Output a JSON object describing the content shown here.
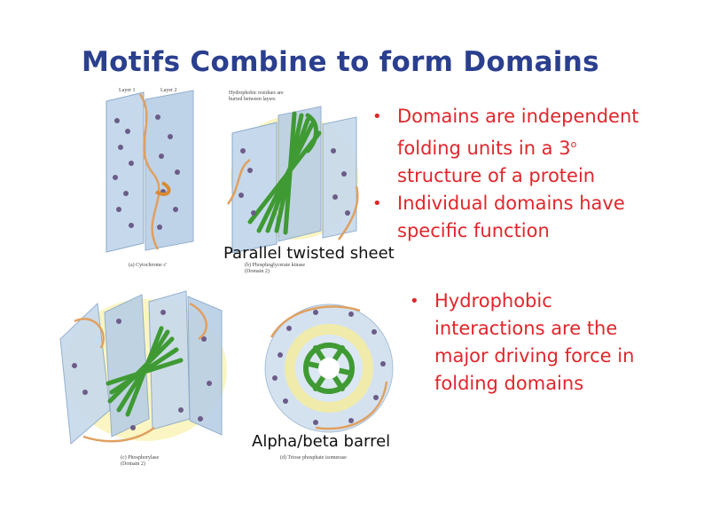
{
  "title": "Motifs Combine to form Domains",
  "bullets_top": {
    "item1_line1": "Domains are independent",
    "item1_line2": "folding units in a 3",
    "item1_sup": "o",
    "item1_line3": "structure of a protein",
    "item2_line1": "Individual domains have",
    "item2_line2": "specific function",
    "bullet_char": "•"
  },
  "bullets_bottom": {
    "line1": "Hydrophobic",
    "line2": "interactions are the",
    "line3": "major driving force in",
    "line4": "folding domains",
    "bullet_char": "•"
  },
  "captions": {
    "parallel": "Parallel twisted sheet",
    "barrel": "Alpha/beta barrel"
  },
  "figure_labels": {
    "layer1": "Layer 1",
    "layer2": "Layer 2",
    "hydrophobic_note_1": "Hydrophobic residues are",
    "hydrophobic_note_2": "buried between layers",
    "a": "(a) Cytochrome c'",
    "b1": "(b) Phosphoglycerate kinase",
    "b2": "(Domain 2)",
    "c1": "(c) Phosphorylase",
    "c2": "(Domain 2)",
    "d": "(d) Triose phosphate isomerase"
  },
  "colors": {
    "title": "#2b3f8f",
    "bullet_text": "#e0262b",
    "sheet": "#b9cfe6",
    "strand": "#3f9a33",
    "coil": "#e0a060",
    "hydrophobic_glow": "#f6ee9a"
  }
}
